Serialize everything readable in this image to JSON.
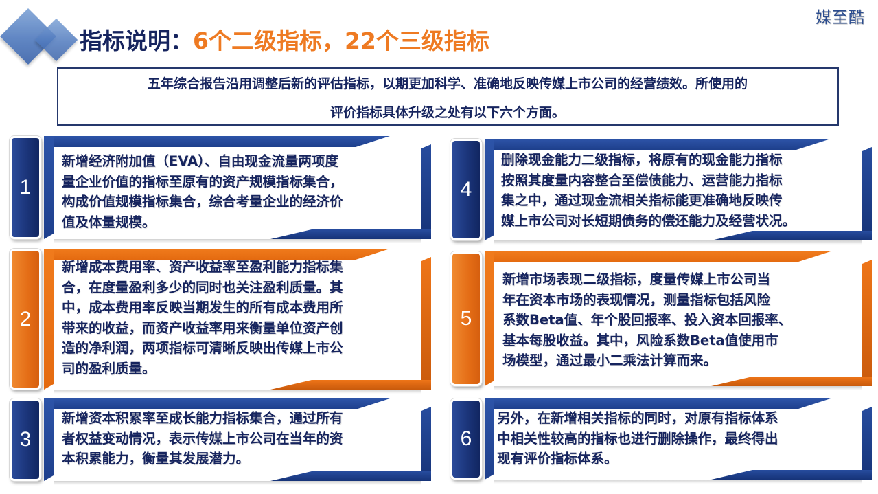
{
  "header": {
    "logo": "媒至酷",
    "title_prefix": "指标说明：",
    "title_highlight": "6个二级指标，22个三级指标"
  },
  "intro": {
    "lines": [
      "五年综合报告沿用调整后新的评估指标，以期更加科学、准确地反映传媒上市公司的经营绩效。所使用的",
      "评价指标具体升级之处有以下六个方面。"
    ]
  },
  "colors": {
    "navy_text": "#16245e",
    "accent_orange": "#ee7a22",
    "blue_card": "#1e3f8c",
    "orange_card": "#e46a10"
  },
  "cards": [
    {
      "number": "1",
      "color": "blue",
      "lines": [
        "新增经济附加值（EVA）、自由现金流量两项度",
        "量企业价值的指标至原有的资产规模指标集合，",
        "构成价值规模指标集合，综合考量企业的经济价",
        "值及体量规模。"
      ]
    },
    {
      "number": "2",
      "color": "orange",
      "lines": [
        "新增成本费用率、资产收益率至盈利能力指标集",
        "合，在度量盈利多少的同时也关注盈利质量。其",
        "中，成本费用率反映当期发生的所有成本费用所",
        "带来的收益，而资产收益率用来衡量单位资产创",
        "造的净利润，两项指标可清晰反映出传媒上市公",
        "司的盈利质量。"
      ]
    },
    {
      "number": "3",
      "color": "blue",
      "lines": [
        "新增资本积累率至成长能力指标集合，通过所有",
        "者权益变动情况，表示传媒上市公司在当年的资",
        "本积累能力，衡量其发展潜力。"
      ]
    },
    {
      "number": "4",
      "color": "blue",
      "lines": [
        "删除现金能力二级指标，将原有的现金能力指标",
        "按照其度量内容整合至偿债能力、运营能力指标",
        "集之中，通过现金流相关指标能更准确地反映传",
        "媒上市公司对长短期债务的偿还能力及经营状况。"
      ]
    },
    {
      "number": "5",
      "color": "orange",
      "lines": [
        "新增市场表现二级指标，度量传媒上市公司当",
        "年在资本市场的表现情况，测量指标包括风险",
        "系数Beta值、年个股回报率、投入资本回报率、",
        "基本每股收益。其中，风险系数Beta值使用市",
        "场模型，通过最小二乘法计算而来。"
      ]
    },
    {
      "number": "6",
      "color": "blue",
      "lines": [
        "另外，在新增相关指标的同时，对原有指标体系",
        "中相关性较高的指标也进行删除操作，最终得出",
        "现有评价指标体系。"
      ]
    }
  ]
}
